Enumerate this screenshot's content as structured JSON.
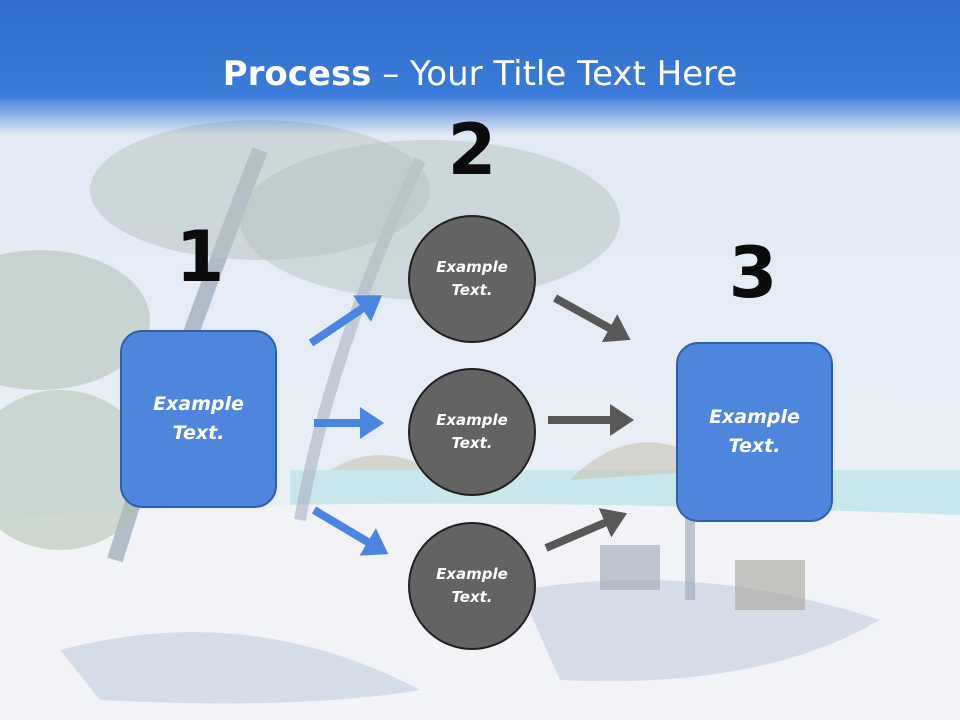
{
  "title": {
    "bold": "Process",
    "rest": " – Your Title Text Here"
  },
  "steps": {
    "one": "1",
    "two": "2",
    "three": "3"
  },
  "left_box": {
    "text": "Example Text."
  },
  "circles": [
    {
      "text": "Example Text."
    },
    {
      "text": "Example Text."
    },
    {
      "text": "Example Text."
    }
  ],
  "right_box": {
    "text": "Example Text."
  },
  "colors": {
    "title_band": "#2f6fcb",
    "box_fill": "#4f86dd",
    "circle_fill": "#636363",
    "blue_arrow": "#4a86e0",
    "gray_arrow": "#585858"
  }
}
